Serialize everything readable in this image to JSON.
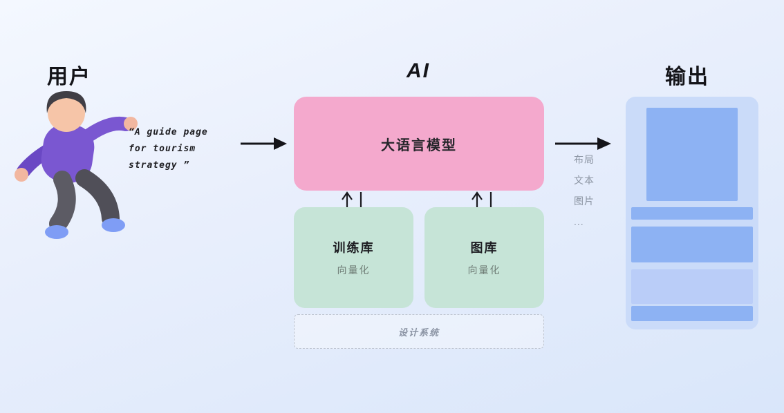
{
  "headers": {
    "user": "用户",
    "ai": "AI",
    "output": "输出"
  },
  "user": {
    "quote_line1": "“A guide page",
    "quote_line2": "for tourism",
    "quote_line3": "strategy ”"
  },
  "ai": {
    "llm": {
      "label": "大语言模型",
      "bg_color": "#f4a9cd"
    },
    "training": {
      "title": "训练库",
      "subtitle": "向量化",
      "bg_color": "#c6e4d7"
    },
    "gallery": {
      "title": "图库",
      "subtitle": "向量化",
      "bg_color": "#c6e4d7"
    },
    "design_system": {
      "label": "设计系统"
    }
  },
  "output": {
    "arrow_labels": [
      "布局",
      "文本",
      "图片",
      "..."
    ],
    "panel_bg_color": "#cadbf9",
    "block_color": "#8db2f3",
    "block_light_color": "#bacdf8"
  },
  "canvas": {
    "bg_top_color": "#f4f8ff",
    "bg_bottom_color": "#d9e6fa",
    "arrow_color": "#141419"
  }
}
